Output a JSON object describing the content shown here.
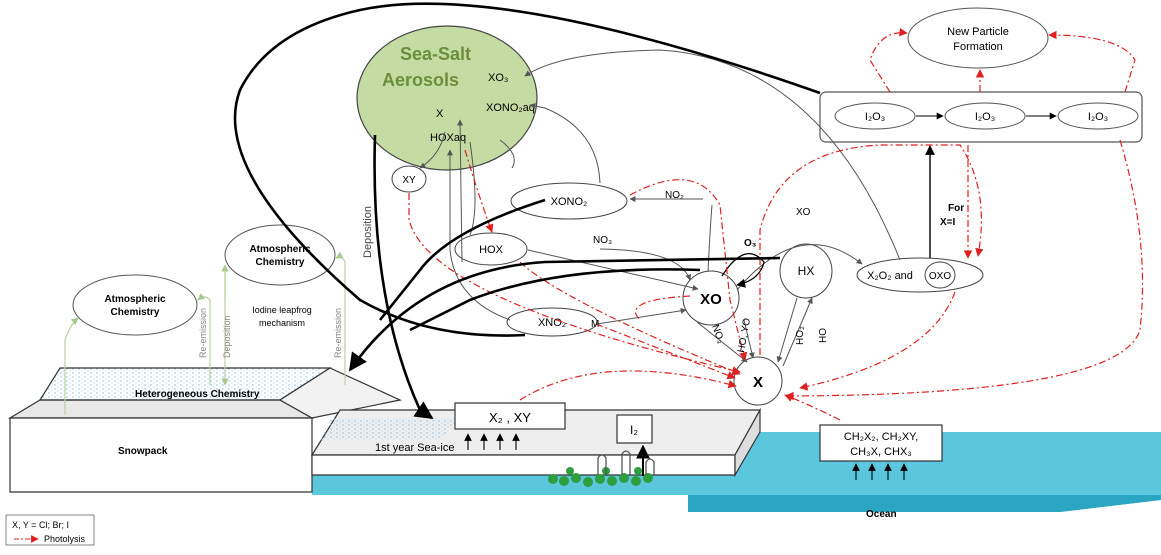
{
  "aerosol": {
    "title_line1": "Sea-Salt",
    "title_line2": "Aerosols",
    "xo3": "XO₃",
    "xono2aq": "XONO₂aq",
    "x": "X",
    "hoxaq": "HOXaq"
  },
  "npf": {
    "line1": "New Particle",
    "line2": "Formation"
  },
  "iodine_oxides": [
    "I₂O₃",
    "I₂O₃",
    "I₂O₃"
  ],
  "species": {
    "xy": "XY",
    "xono2": "XONO₂",
    "hox": "HOX",
    "xno2": "XNO₂",
    "xo": "XO",
    "hx": "HX",
    "x": "X",
    "x2o2": "X₂O₂ and",
    "oxo": "OXO"
  },
  "reaction_labels": {
    "no2": "NO₂",
    "no3": "NO₃",
    "xo": "XO",
    "o3": "O₃",
    "m": "M",
    "no_arrow": "NO₃",
    "ho_yo": "HO, YO",
    "ho2": "HO₂",
    "ho": "HO",
    "for_line1": "For",
    "for_line2": "X=I"
  },
  "left_panel": {
    "deposition_vertical": "Deposition",
    "atm_chem_top_1": "Atmospheric",
    "atm_chem_top_2": "Chemistry",
    "atm_chem_left_1": "Atmospheric",
    "atm_chem_left_2": "Chemistry",
    "leapfrog_1": "Iodine leapfrog",
    "leapfrog_2": "mechanism",
    "reemission_left": "Re-emission",
    "deposition_small": "Deposition",
    "reemission_right": "Re-emission",
    "hetero": "Heterogeneous Chemistry",
    "snowpack": "Snowpack"
  },
  "surface": {
    "seaice": "1st year Sea-ice",
    "x2xy": "X₂ , XY",
    "i2": "I₂",
    "ch_line1": "CH₂X₂, CH₂XY,",
    "ch_line2": "CH₃X, CHX₃",
    "ocean": "Ocean"
  },
  "legend": {
    "line1": "X, Y = Cl; Br; I",
    "line2": "Photolysis"
  },
  "colors": {
    "aerosol_fill": "#c5dba4",
    "aerosol_text": "#6b8e3a",
    "photolysis": "#e02020",
    "ocean": "#5bc7dd",
    "ocean_dark": "#2aa6c2",
    "algae": "#2e9e3e",
    "guide": "#b9d3a0"
  }
}
